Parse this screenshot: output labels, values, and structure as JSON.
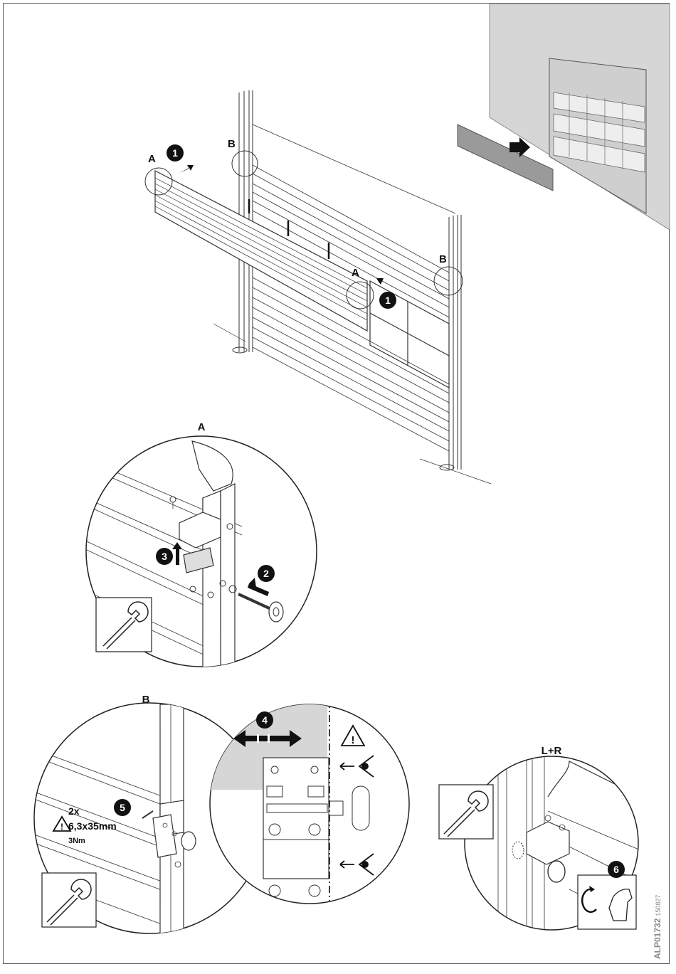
{
  "labels": {
    "overview_a_left": "A",
    "overview_a_right": "A",
    "overview_b_left": "B",
    "overview_b_right": "B",
    "detail_a_title": "A",
    "detail_b_title": "B",
    "detail_lr_title": "L+R"
  },
  "steps": {
    "step1_left": "1",
    "step1_right": "1",
    "step2": "2",
    "step3": "3",
    "step4": "4",
    "step5": "5",
    "step6": "6"
  },
  "screw_spec": {
    "quantity": "2x",
    "size": "6,3x35mm",
    "torque": "3Nm"
  },
  "warning_symbol": "!",
  "document": {
    "code": "ALP01732",
    "date": "150827"
  },
  "icons": [
    "wrench-icon",
    "warning-triangle-icon",
    "eye-icon",
    "hand-rotate-icon",
    "arrow-icon"
  ],
  "colors": {
    "wall": "#d6d6d6",
    "ink": "#111111",
    "background": "#ffffff"
  }
}
